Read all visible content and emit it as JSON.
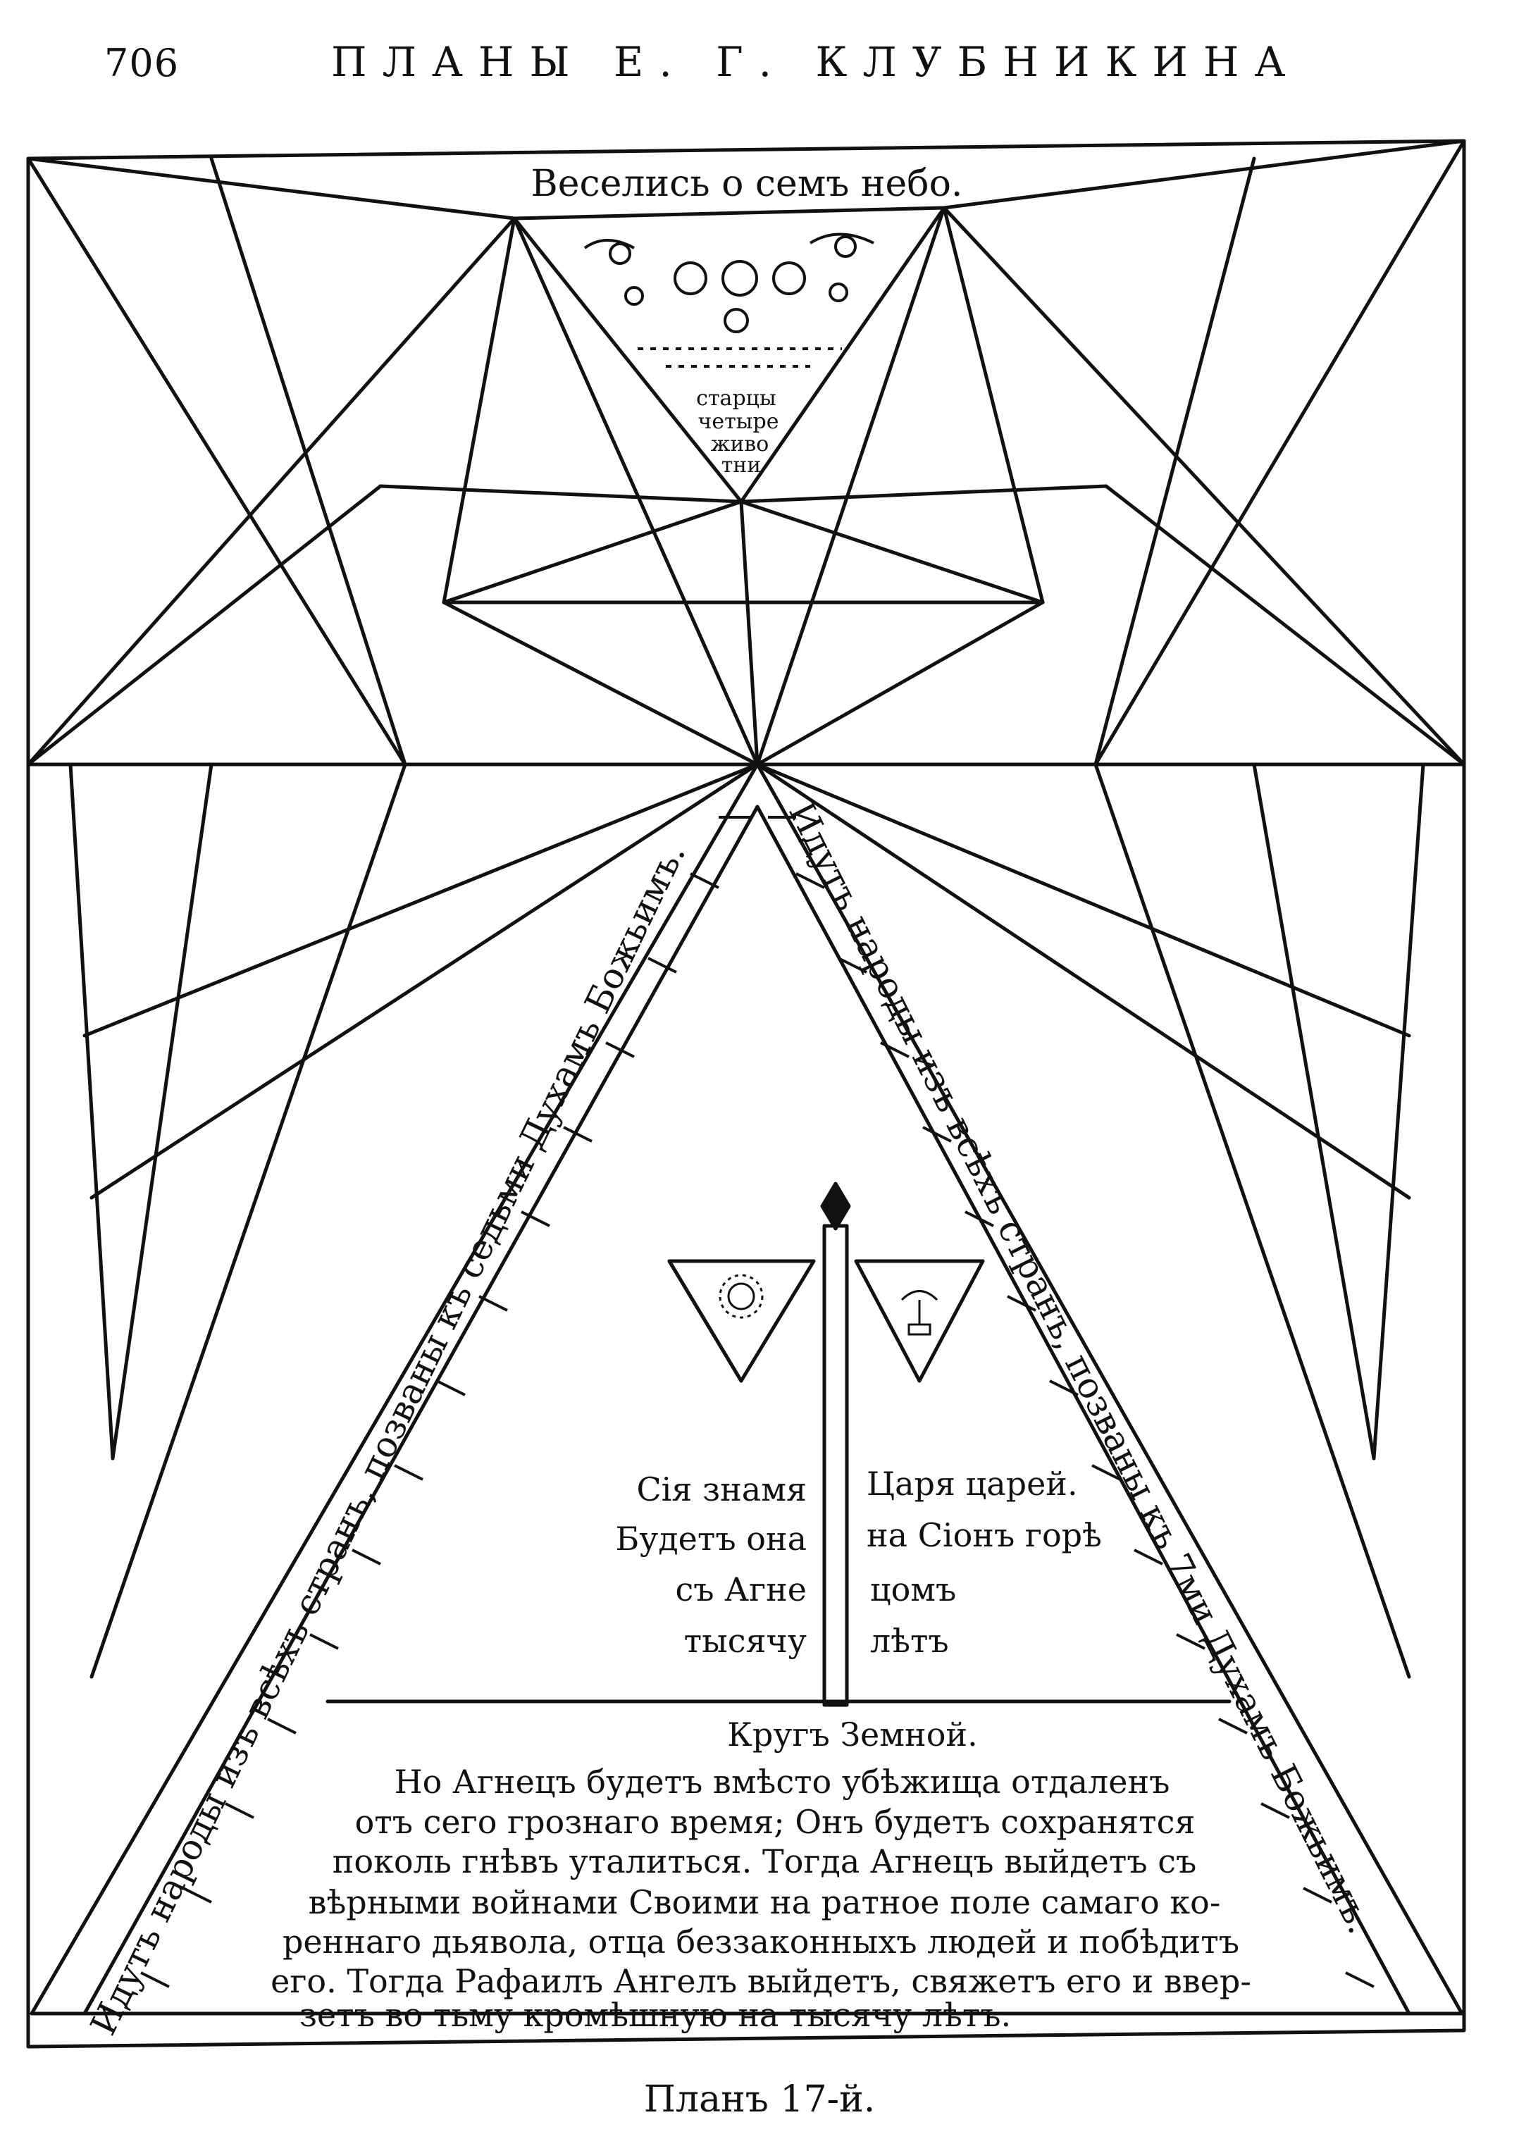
{
  "header": {
    "page_number": "706",
    "running_head": "ПЛАНЫ Е. Г. КЛУБНИКИНА"
  },
  "diagram": {
    "top_label": "Веселись о семъ небо.",
    "triangle_letters": [
      "старцы",
      "четыре",
      "живо",
      "тни"
    ],
    "left_edge_text": "Идутъ народы изъ всѣхъ странъ, позваны къ седьми Духамъ Божьимъ.",
    "right_edge_text": "Идутъ народы изъ всѣхъ странъ, позваны къ 7ми Духамъ Божьимъ.",
    "banner_left": [
      "Сія знамя",
      "Будетъ она",
      "съ Агне",
      "тысячу"
    ],
    "banner_right": [
      "Царя царей.",
      "на Сіонъ горѣ",
      "цомъ",
      "лѣтъ"
    ],
    "earth_label": "Кругъ Земной.",
    "body_text": [
      "Но Агнецъ будетъ вмѣсто убѣжища отдаленъ",
      "отъ сего грознаго время; Онъ будетъ сохранятся",
      "поколь гнѣвъ уталиться. Тогда Агнецъ выйдетъ съ",
      "вѣрными войнами Своими на ратное поле самаго ко-",
      "реннаго дьявола, отца беззаконныхъ людей и побѣдитъ",
      "его. Тогда Рафаилъ Ангелъ выйдетъ, свяжетъ его и ввер-",
      "зетъ во тьму кромѣшную на тысячу лѣтъ."
    ]
  },
  "caption": "Планъ 17-й."
}
